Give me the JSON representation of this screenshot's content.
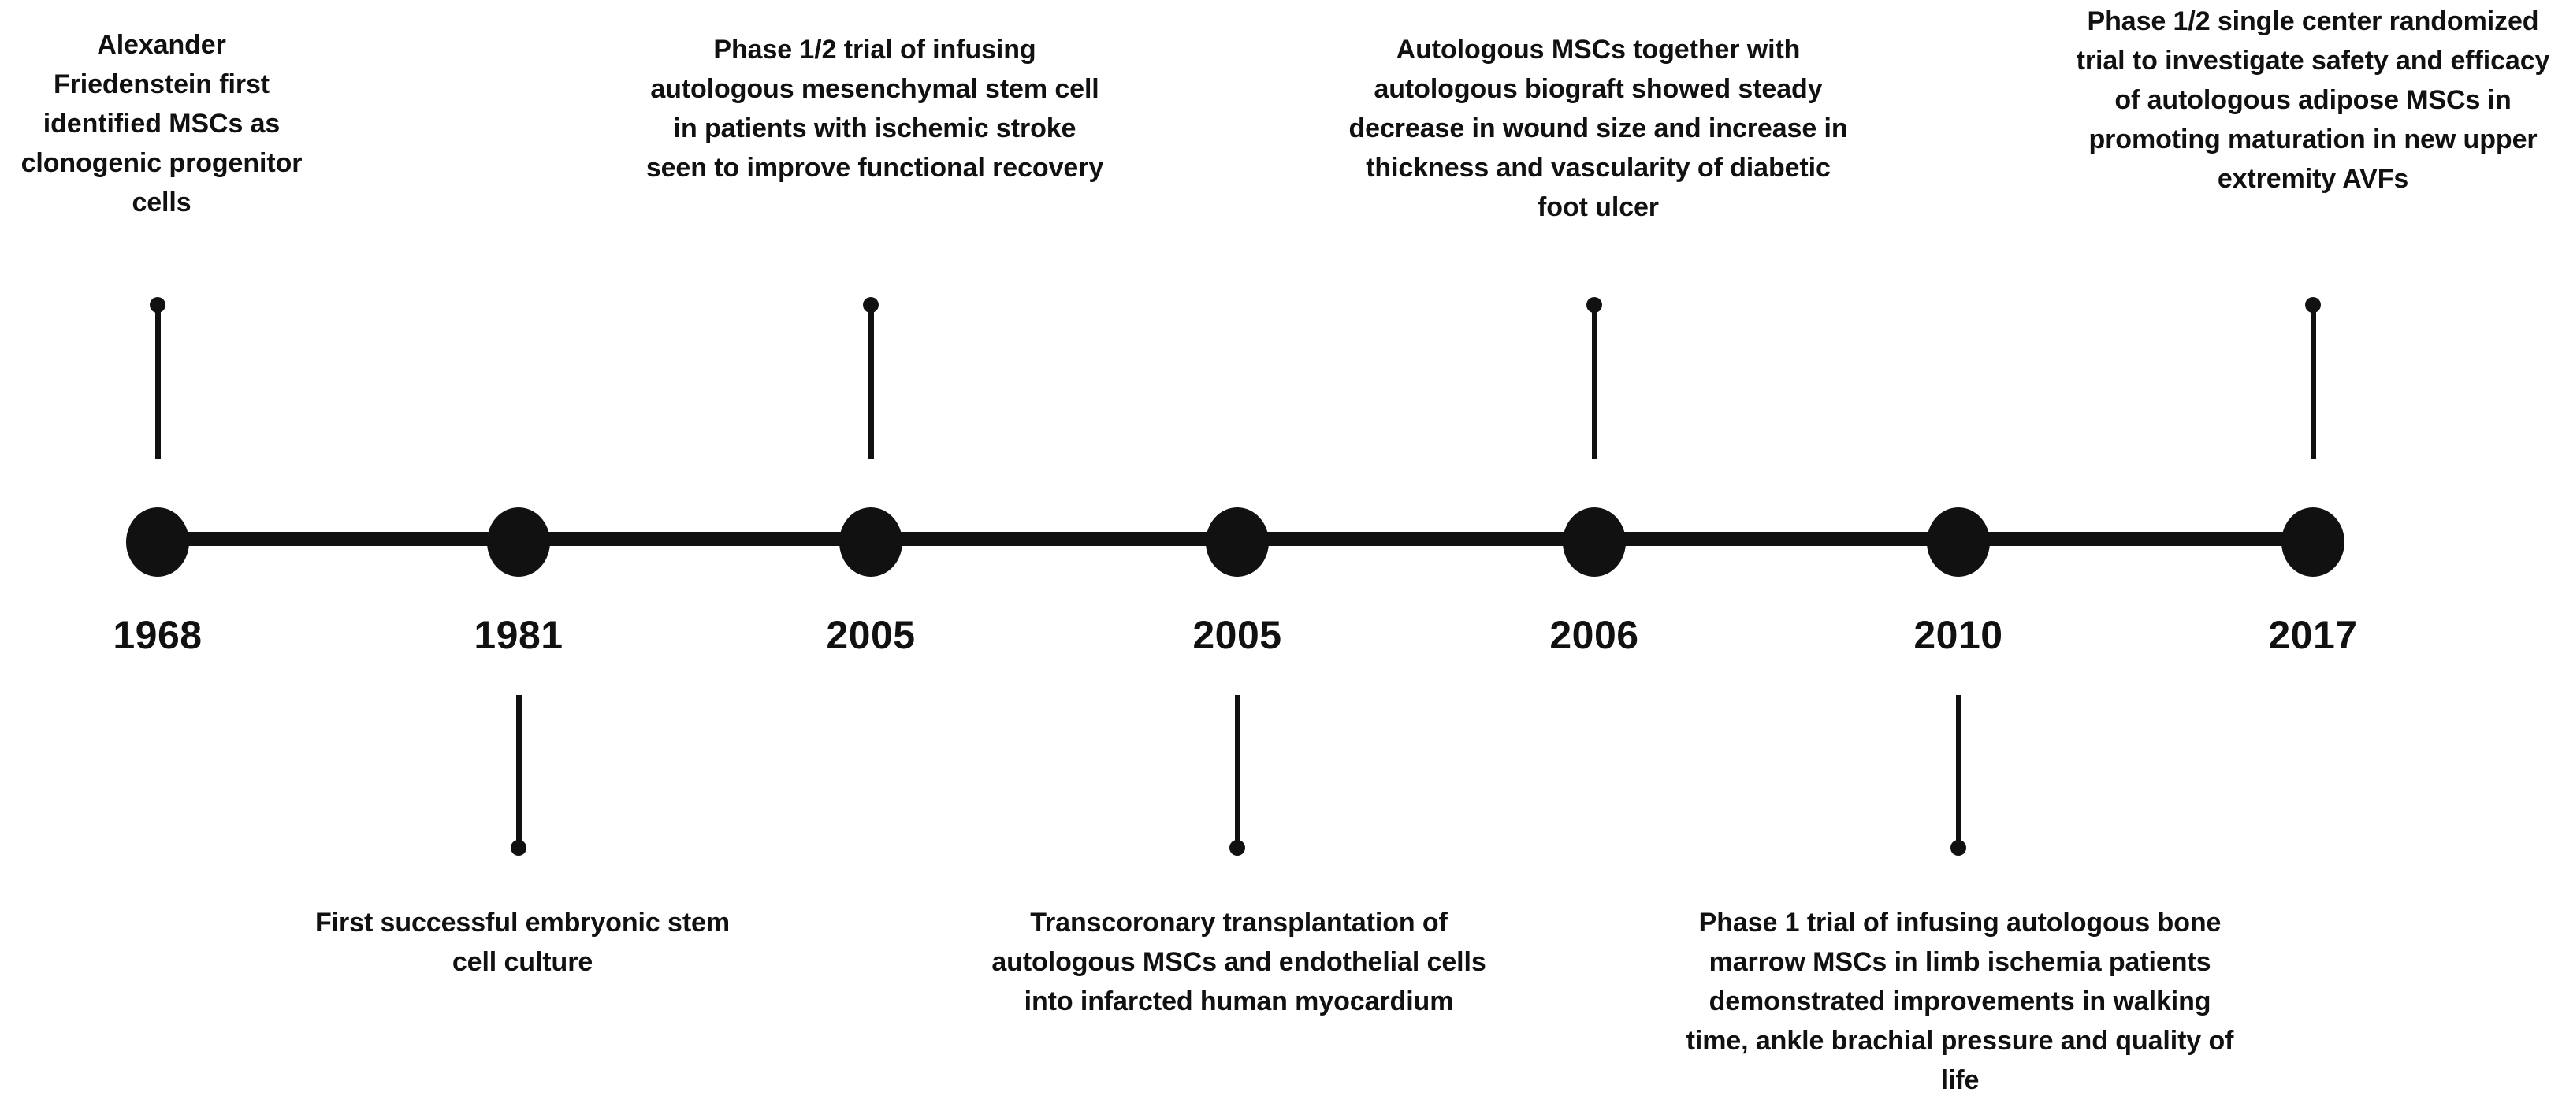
{
  "diagram": {
    "type": "horizontal-timeline",
    "orientation": "left-to-right",
    "background_color": "#ffffff",
    "ink_color": "#111111",
    "node_count": 7
  },
  "timeline": {
    "events": [
      {
        "year": "1968",
        "side": "above",
        "text": "Alexander Friedenstein first identified MSCs as clonogenic progenitor cells"
      },
      {
        "year": "1981",
        "side": "below",
        "text": "First successful embryonic stem cell culture"
      },
      {
        "year": "2005",
        "side": "above",
        "text": "Phase 1/2 trial of infusing autologous mesenchymal stem cell in patients with ischemic stroke seen to improve functional recovery"
      },
      {
        "year": "2005",
        "side": "below",
        "text": "Transcoronary transplantation of autologous MSCs and endothelial cells into infarcted human myocardium"
      },
      {
        "year": "2006",
        "side": "above",
        "text": "Autologous MSCs together with autologous biograft showed steady decrease in wound size and increase in thickness and vascularity of diabetic foot ulcer"
      },
      {
        "year": "2010",
        "side": "below",
        "text": "Phase 1 trial of infusing autologous bone marrow MSCs in limb ischemia patients demonstrated improvements in walking time, ankle brachial pressure and quality of life"
      },
      {
        "year": "2017",
        "side": "above",
        "text": "Phase 1/2 single center randomized trial to investigate safety and efficacy of autologous adipose MSCs in promoting maturation in new upper extremity AVFs"
      }
    ]
  }
}
